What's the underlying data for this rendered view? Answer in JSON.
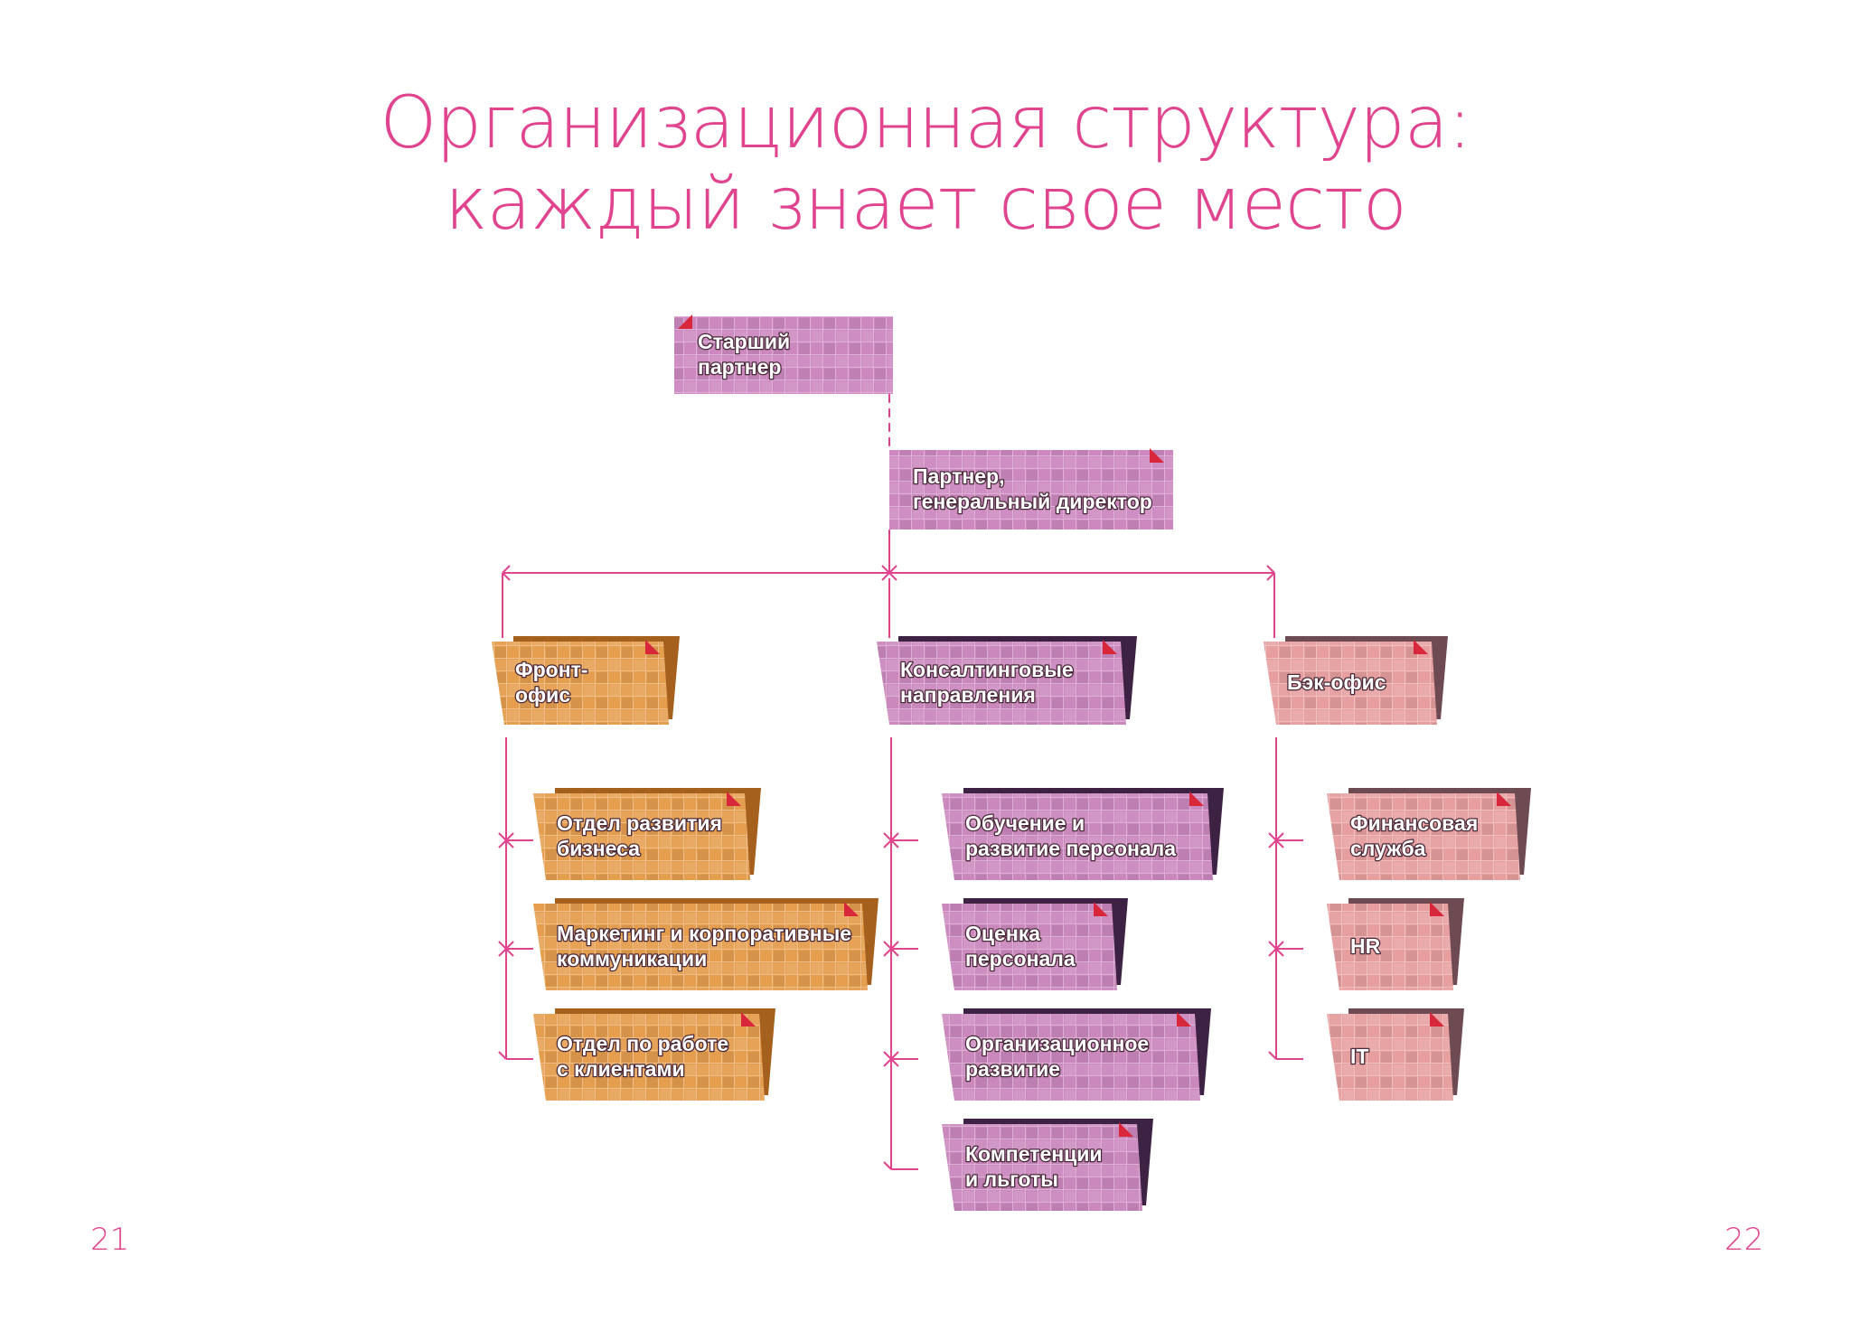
{
  "title": {
    "line1": "Организационная структура:",
    "line2": "каждый знает свое место"
  },
  "page_numbers": {
    "left": "21",
    "right": "22"
  },
  "colors": {
    "accent": "#e0448f",
    "top": "#c77ab8",
    "front": "#e2923a",
    "consult": "#c47ab6",
    "back": "#e39393"
  },
  "nodes": [
    {
      "id": "senior-partner",
      "lines": [
        "Старший",
        "партнер"
      ],
      "color": "top"
    },
    {
      "id": "partner-gd",
      "lines": [
        "Партнер,",
        "генеральный директор"
      ],
      "color": "top"
    },
    {
      "id": "front-office",
      "lines": [
        "Фронт-",
        "офис"
      ],
      "color": "front"
    },
    {
      "id": "consulting",
      "lines": [
        "Консалтинговые",
        "направления"
      ],
      "color": "consult"
    },
    {
      "id": "back-office",
      "lines": [
        "Бэк-офис"
      ],
      "color": "back"
    },
    {
      "id": "business-dev",
      "lines": [
        "Отдел развития",
        "бизнеса"
      ],
      "color": "front"
    },
    {
      "id": "marketing",
      "lines": [
        "Маркетинг и корпоративные",
        "коммуникации"
      ],
      "color": "front"
    },
    {
      "id": "client-dept",
      "lines": [
        "Отдел по работе",
        "с клиентами"
      ],
      "color": "front"
    },
    {
      "id": "training",
      "lines": [
        "Обучение и",
        "развитие персонала"
      ],
      "color": "consult"
    },
    {
      "id": "assessment",
      "lines": [
        "Оценка",
        "персонала"
      ],
      "color": "consult"
    },
    {
      "id": "org-dev",
      "lines": [
        "Организационное",
        "развитие"
      ],
      "color": "consult"
    },
    {
      "id": "competencies",
      "lines": [
        "Компетенции",
        "и льготы"
      ],
      "color": "consult"
    },
    {
      "id": "finance",
      "lines": [
        "Финансовая",
        "служба"
      ],
      "color": "back"
    },
    {
      "id": "hr",
      "lines": [
        "HR"
      ],
      "color": "back"
    },
    {
      "id": "it",
      "lines": [
        "IT"
      ],
      "color": "back"
    }
  ],
  "edges": [
    [
      "senior-partner",
      "partner-gd"
    ],
    [
      "partner-gd",
      "front-office"
    ],
    [
      "partner-gd",
      "consulting"
    ],
    [
      "partner-gd",
      "back-office"
    ],
    [
      "front-office",
      "business-dev"
    ],
    [
      "front-office",
      "marketing"
    ],
    [
      "front-office",
      "client-dept"
    ],
    [
      "consulting",
      "training"
    ],
    [
      "consulting",
      "assessment"
    ],
    [
      "consulting",
      "org-dev"
    ],
    [
      "consulting",
      "competencies"
    ],
    [
      "back-office",
      "finance"
    ],
    [
      "back-office",
      "hr"
    ],
    [
      "back-office",
      "it"
    ]
  ]
}
